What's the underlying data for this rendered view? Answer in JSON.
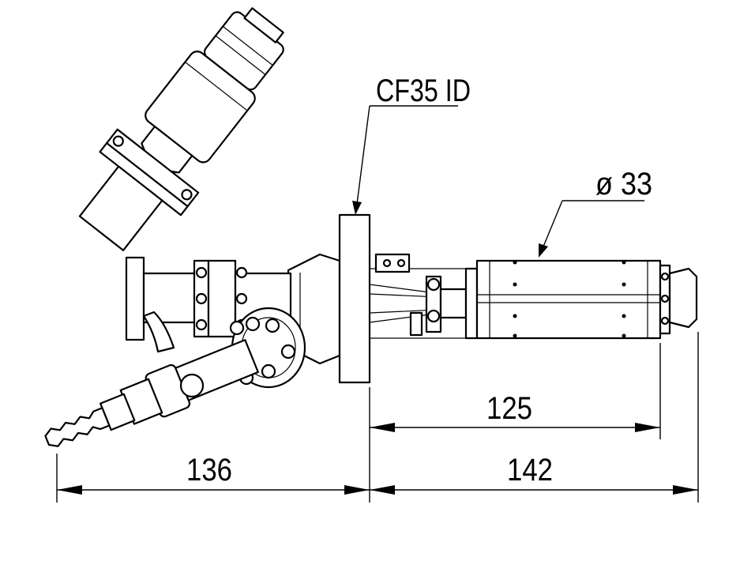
{
  "labels": {
    "flange": "CF35 ID",
    "diameter": "ø 33",
    "dim_125": "125",
    "dim_136": "136",
    "dim_142": "142"
  }
}
